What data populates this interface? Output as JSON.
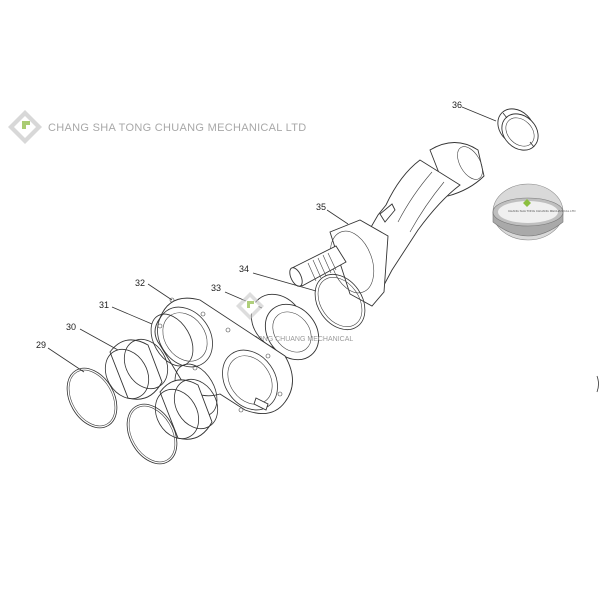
{
  "watermark": {
    "company": "CHANG SHA TONG CHUANG MECHANICAL LTD",
    "center_text": "CHANG SHA TONG CHUANG MECHANICAL",
    "inset_text": "CHANG SHA TONG CHUANG MECHANICAL LTD"
  },
  "parts": {
    "p29": "29",
    "p30": "30",
    "p31": "31",
    "p32": "32",
    "p33": "33",
    "p34": "34",
    "p35": "35",
    "p36": "36"
  },
  "colors": {
    "logo_green": "#8cbf3f",
    "logo_grey": "#b8b8b8",
    "line": "#333333"
  }
}
